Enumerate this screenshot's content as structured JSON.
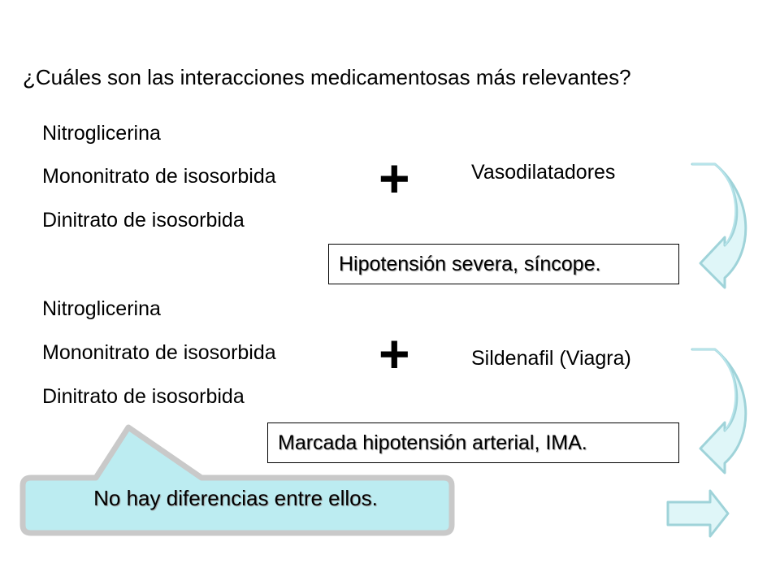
{
  "title": "¿Cuáles son las interacciones medicamentosas más relevantes?",
  "group1": {
    "drugs": [
      "Nitroglicerina",
      "Mononitrato de isosorbida",
      "Dinitrato de isosorbida"
    ],
    "plus": "+",
    "agent": "Vasodilatadores",
    "effect": "Hipotensión severa, síncope."
  },
  "group2": {
    "drugs": [
      "Nitroglicerina",
      "Mononitrato de isosorbida",
      "Dinitrato de isosorbida"
    ],
    "plus": "+",
    "agent": "Sildenafil (Viagra)",
    "effect": "Marcada hipotensión arterial, IMA."
  },
  "callout": {
    "text": "No hay diferencias entre ellos."
  },
  "colors": {
    "arrow_fill": "#dff6f8",
    "arrow_edge": "#9fd3d9",
    "callout_fill": "#bcecf1",
    "callout_border": "#c9c9c9"
  }
}
